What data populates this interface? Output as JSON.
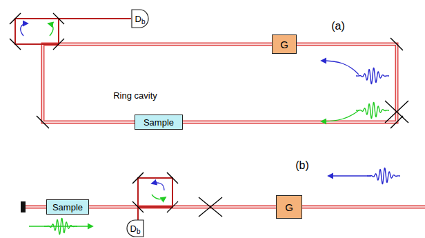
{
  "diagram": {
    "nodes": [
      {
        "text": [
          "G"
        ]
      },
      {
        "text": [
          "Sample"
        ]
      },
      {
        "text": [
          "D",
          "b"
        ]
      },
      {
        "text": [
          "Sample"
        ]
      },
      {
        "text": [
          "D",
          "b"
        ]
      },
      {
        "text": [
          "G"
        ]
      }
    ],
    "labels": [
      "(a)",
      "Ring cavity",
      "(b)"
    ]
  }
}
